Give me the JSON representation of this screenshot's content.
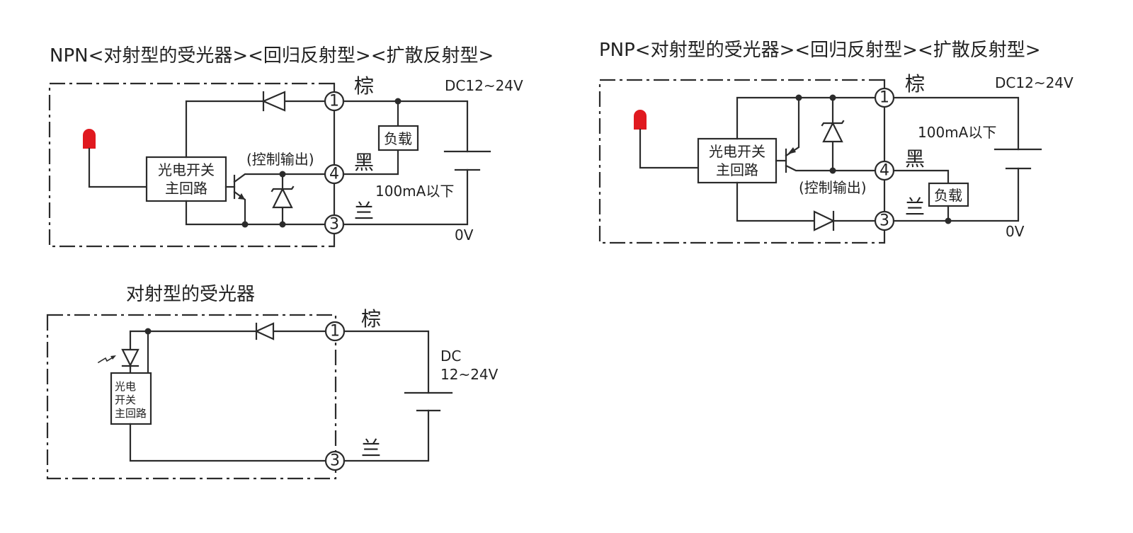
{
  "npn": {
    "title": "NPN<对射型的受光器><回归反射型><扩散反射型>",
    "box_line1": "光电开关",
    "box_line2": "主回路",
    "control_output": "(控制输出)",
    "wire_brown": "棕",
    "wire_black": "黑",
    "wire_blue": "兰",
    "load": "负载",
    "supply": "DC12~24V",
    "current": "100mA以下",
    "zero": "0V",
    "pin1": "1",
    "pin3": "3",
    "pin4": "4",
    "led_color": "#e0191f"
  },
  "pnp": {
    "title": "PNP<对射型的受光器><回归反射型><扩散反射型>",
    "box_line1": "光电开关",
    "box_line2": "主回路",
    "control_output": "(控制输出)",
    "wire_brown": "棕",
    "wire_black": "黑",
    "wire_blue": "兰",
    "load": "负载",
    "supply": "DC12~24V",
    "current": "100mA以下",
    "zero": "0V",
    "pin1": "1",
    "pin3": "3",
    "pin4": "4",
    "led_color": "#e0191f"
  },
  "receiver": {
    "title": "对射型的受光器",
    "box_line1": "光电",
    "box_line2": "开关",
    "box_line3": "主回路",
    "wire_brown": "棕",
    "wire_blue": "兰",
    "supply_line1": "DC",
    "supply_line2": "12~24V",
    "pin1": "1",
    "pin3": "3"
  }
}
